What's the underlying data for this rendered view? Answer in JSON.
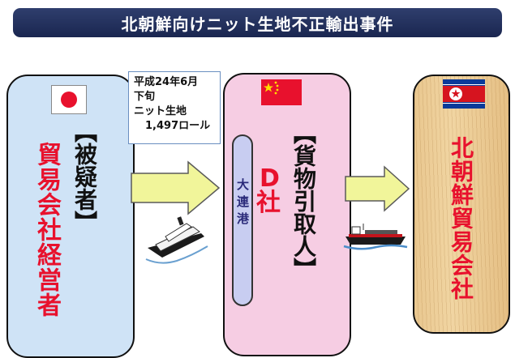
{
  "title": "北朝鮮向けニット生地不正輸出事件",
  "suspect": {
    "role": "【被疑者】",
    "name": "貿易会社経営者",
    "flag": "japan-flag"
  },
  "shipment_note": {
    "line1": "平成24年6月",
    "line2": "下旬",
    "line3": "ニット生地",
    "line4": "1,497ロール"
  },
  "company_d": {
    "role": "【貨物引取人】",
    "name_part1": "D",
    "name_part2": "社",
    "flag": "china-flag",
    "port": "大連港"
  },
  "north_korea": {
    "name": "北朝鮮貿易会社",
    "flag": "north-korea-flag"
  },
  "colors": {
    "title_bg": "#1a2650",
    "suspect_box": "#cfe3f6",
    "company_d_box": "#f6cde3",
    "nk_box": "#e9c78f",
    "arrow": "#f1f59a",
    "red_text": "#e8112d",
    "port_bg": "#c8cdf1"
  },
  "icons": [
    "cruise-ship-icon",
    "cargo-ship-icon",
    "right-arrow-icon"
  ]
}
